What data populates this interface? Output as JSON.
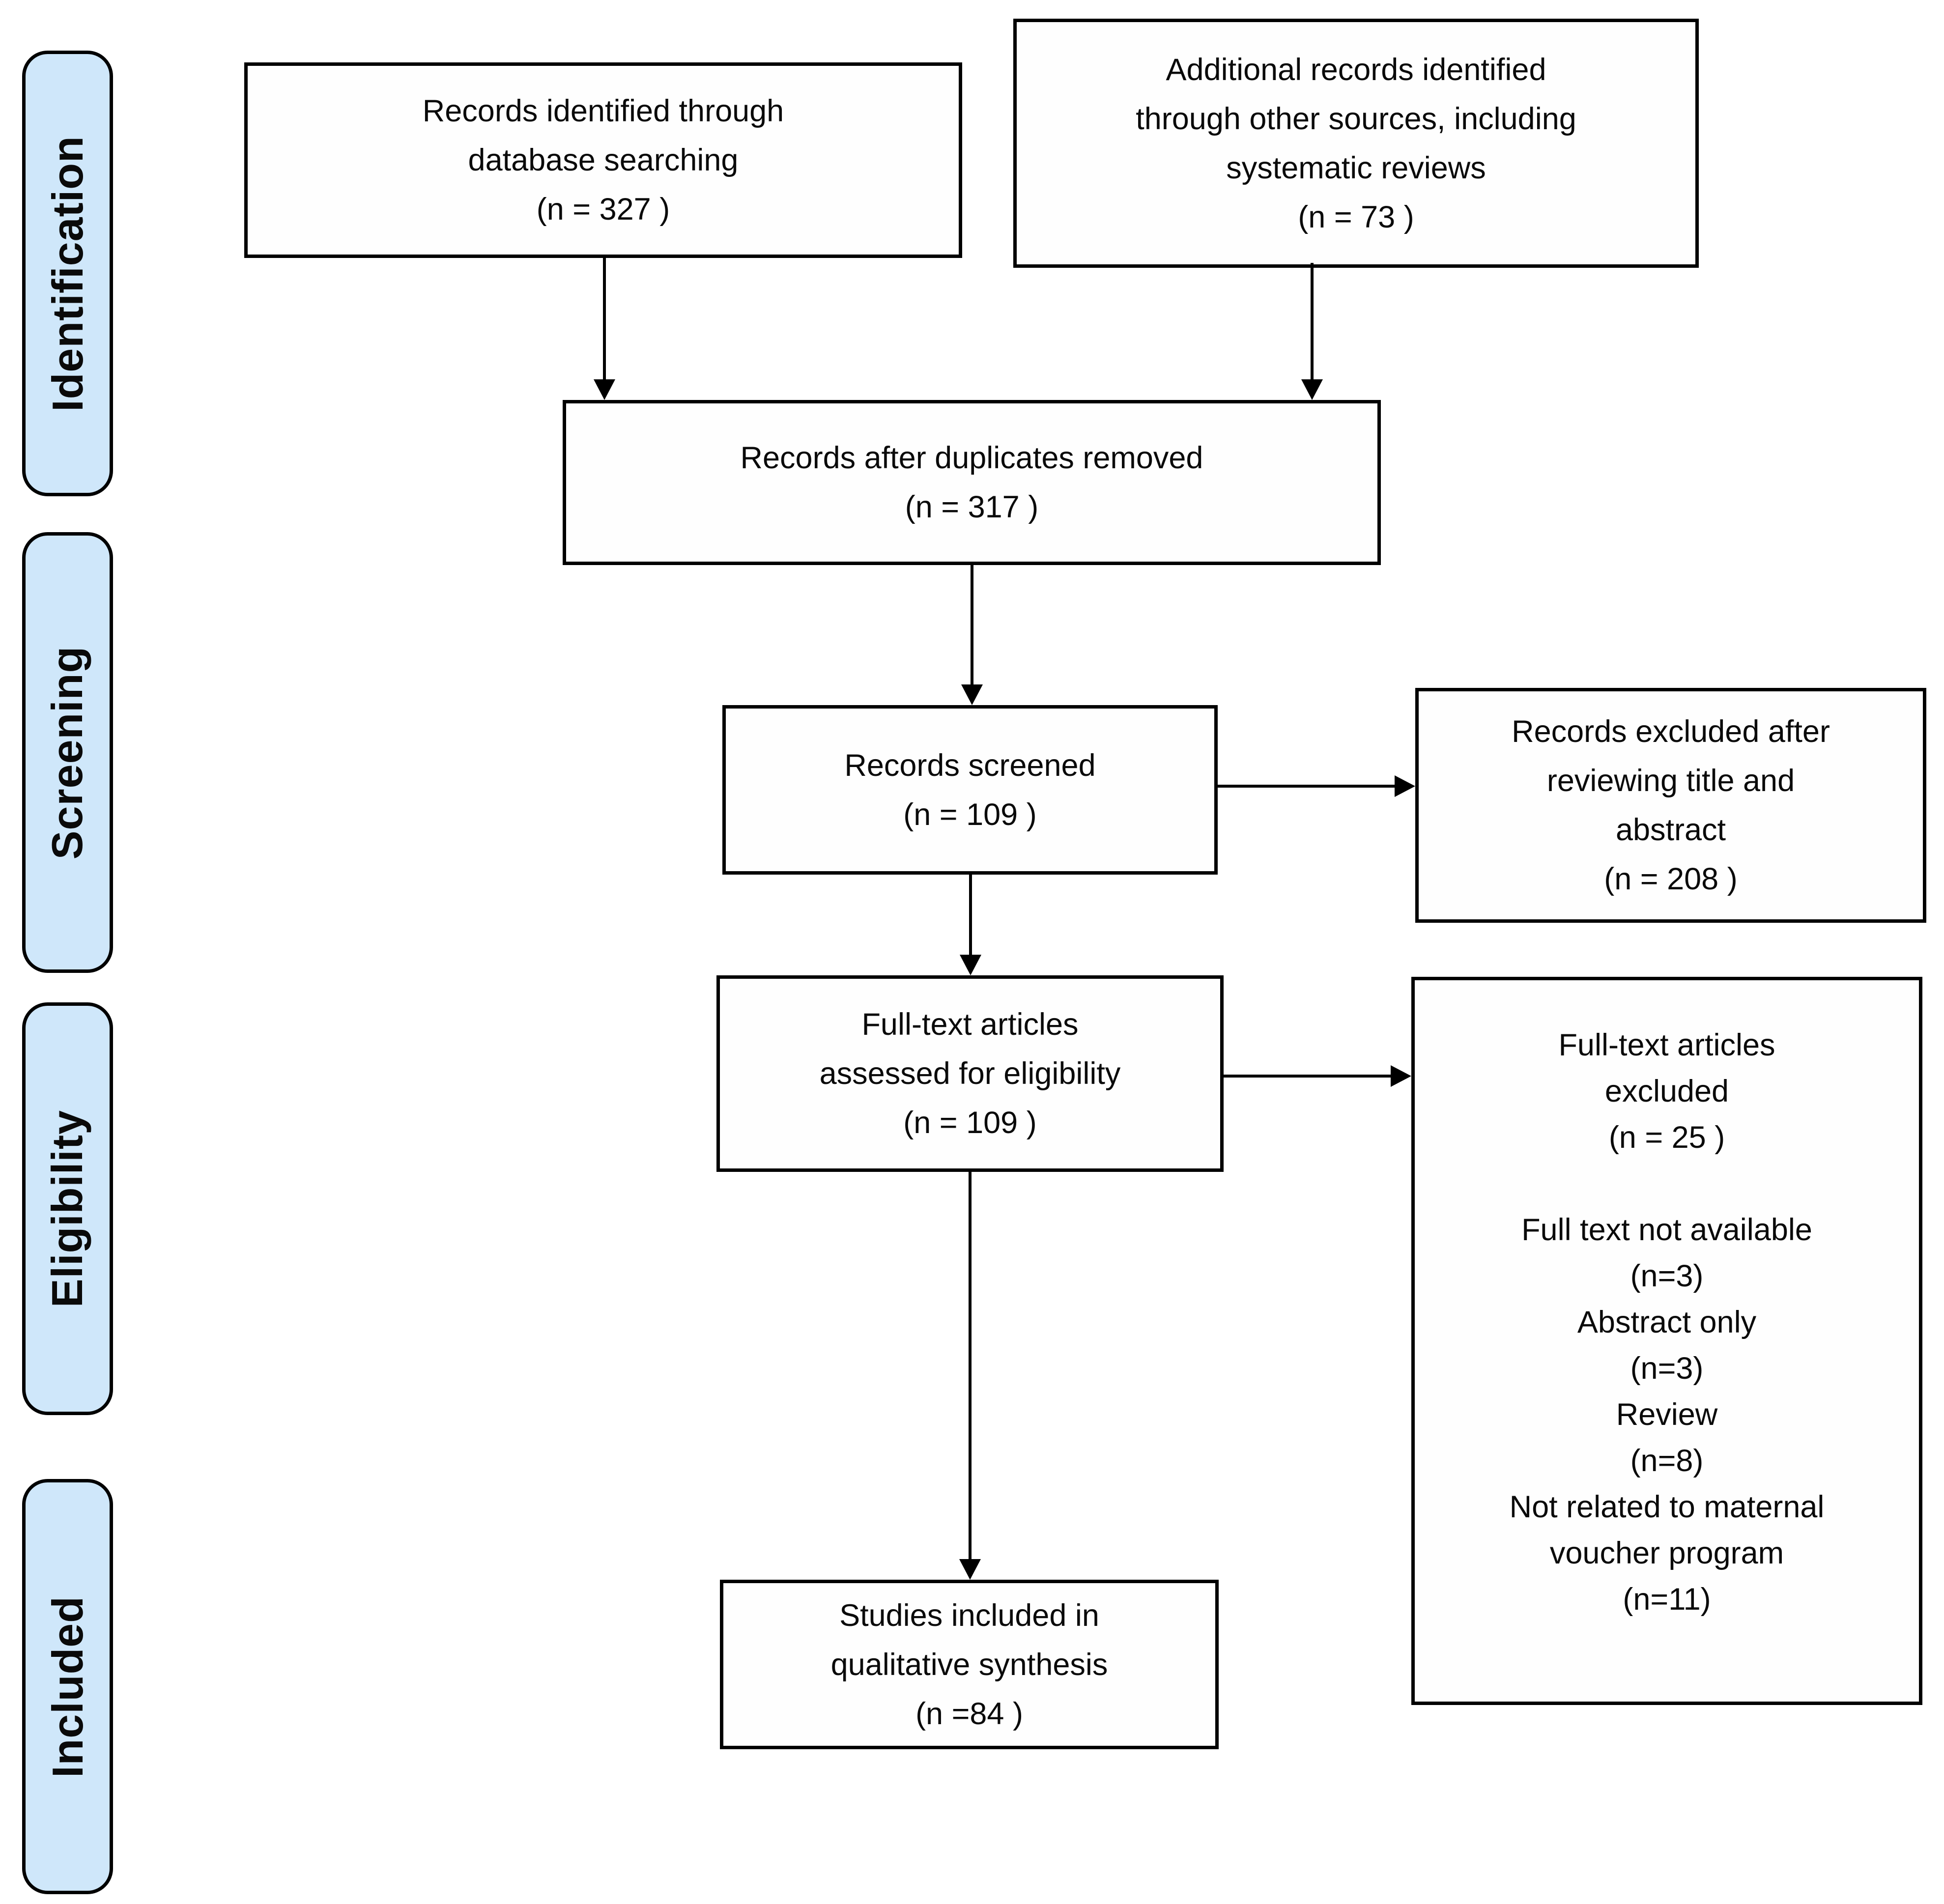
{
  "stages": [
    {
      "label": "Identification"
    },
    {
      "label": "Screening"
    },
    {
      "label": "Eligibility"
    },
    {
      "label": "Included"
    }
  ],
  "boxes": {
    "identified": {
      "lines": [
        "Records identified through",
        "database searching",
        "(n =  327 )"
      ]
    },
    "additional": {
      "lines": [
        "Additional records identified",
        "through other sources, including",
        "systematic reviews",
        "(n = 73 )"
      ]
    },
    "deduplicated": {
      "lines": [
        "Records after duplicates removed",
        "(n = 317 )"
      ]
    },
    "screened": {
      "lines": [
        "Records screened",
        "(n = 109 )"
      ]
    },
    "excluded_after_screening": {
      "lines": [
        "Records excluded after",
        "reviewing title and",
        "abstract",
        "(n = 208  )"
      ]
    },
    "fulltext_assessed": {
      "lines": [
        "Full-text articles",
        "assessed for eligibility",
        "(n = 109 )"
      ]
    },
    "fulltext_excluded": {
      "lines": [
        "Full-text articles",
        "excluded",
        "(n = 25  )",
        "",
        "Full text not available",
        "(n=3)",
        "Abstract only",
        "(n=3)",
        "Review",
        "(n=8)",
        "Not related to maternal",
        "voucher program",
        "(n=11)"
      ]
    },
    "included_qualitative": {
      "lines": [
        "Studies included in",
        "qualitative synthesis",
        "(n =84  )"
      ]
    }
  },
  "colors": {
    "stage_fill": "#cfe7fa",
    "box_border": "#000000",
    "arrow": "#000000",
    "background": "#ffffff"
  }
}
